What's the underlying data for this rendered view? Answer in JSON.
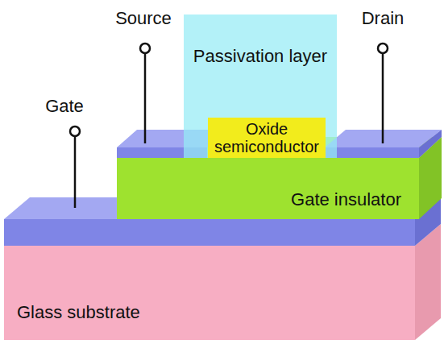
{
  "diagram": {
    "nodes": [
      {
        "text": [
          "Passivation layer"
        ]
      },
      {
        "text": [
          "Oxide semiconductor"
        ]
      },
      {
        "text": [
          "Gate insulator"
        ]
      },
      {
        "text": [
          "Glass substrate"
        ]
      }
    ],
    "labels": [
      "Source",
      "Drain",
      "Gate"
    ]
  }
}
